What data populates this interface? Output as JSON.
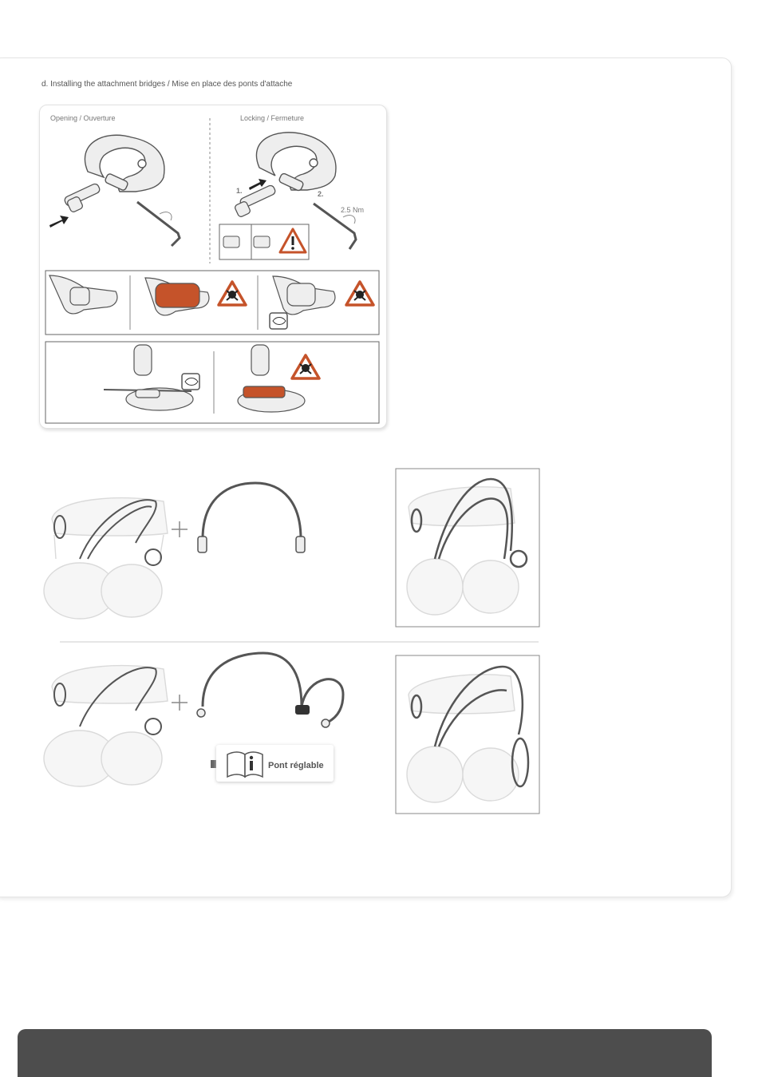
{
  "section": {
    "title": "d. Installing the attachment bridges / Mise en place des ponts d'attache"
  },
  "steps": {
    "opening_label": "Opening / Ouverture",
    "locking_label": "Locking / Fermeture",
    "step1": "1.",
    "step2": "2.",
    "torque": "2.5 Nm"
  },
  "accessory": {
    "info_label": "Pont réglable"
  },
  "colors": {
    "warning_orange": "#c5532a",
    "line_gray": "#666666",
    "ghost_gray": "#dcdcdc",
    "bar_gray": "#4d4d4d"
  }
}
